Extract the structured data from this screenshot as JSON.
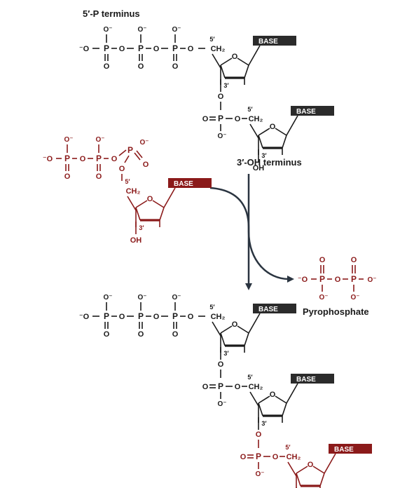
{
  "labels": {
    "five_prime_terminus": "5′-P terminus",
    "three_prime_oh_terminus": "3′-OH terminus",
    "pyrophosphate": "Pyrophosphate"
  },
  "atoms": {
    "phosphorus": "P",
    "oxygen": "O",
    "oxygen_minus": "O⁻",
    "minus_oxygen": "⁻O",
    "ch2": "CH₂",
    "oh": "OH",
    "five_prime": "5′",
    "three_prime": "3′"
  },
  "base_label": "BASE",
  "colors": {
    "existing_strand": "#1a1a1a",
    "incoming_nucleotide": "#8b1a1a",
    "base_box_existing": "#2b2b2b",
    "base_box_incoming": "#8b1a1a",
    "base_text": "#ffffff",
    "arrow": "#2a3440",
    "background": "#ffffff"
  }
}
